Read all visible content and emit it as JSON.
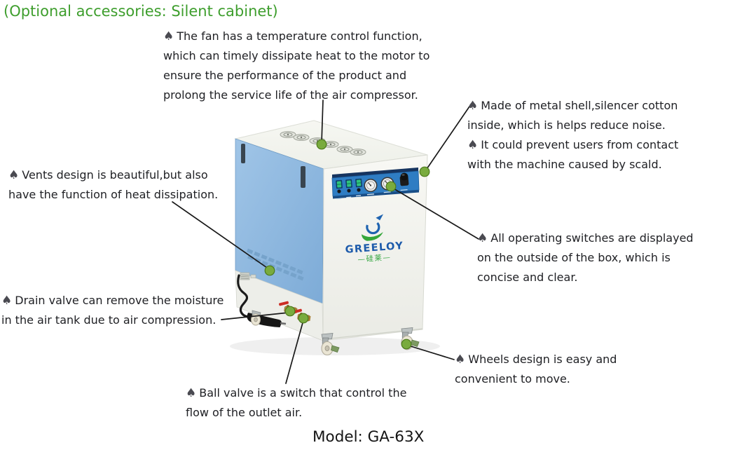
{
  "header": {
    "title": "(Optional accessories: Silent cabinet)"
  },
  "footer": {
    "model_label": "Model: GA-63X"
  },
  "icons": {
    "spade": "♠"
  },
  "product": {
    "brand": "GREELOY",
    "brand_cn": "—硅莱—"
  },
  "colors": {
    "title_green": "#3e9e2d",
    "marker_green": "#79ab3e",
    "annotation_text": "#202125",
    "cabinet_blue": "#8db8dd",
    "control_panel_blue": "#2f7dc3",
    "logo_blue": "#1d5bab",
    "logo_green": "#2fa43c"
  },
  "annotations": [
    {
      "id": "fan-note",
      "lines": [
        {
          "bullet": true,
          "text": "The fan has a temperature control function,"
        },
        {
          "bullet": false,
          "text": "which can timely dissipate heat to the motor to"
        },
        {
          "bullet": false,
          "text": "ensure the performance of the product and"
        },
        {
          "bullet": false,
          "text": "prolong the service life of the air compressor."
        }
      ]
    },
    {
      "id": "metal-shell-note",
      "lines": [
        {
          "bullet": true,
          "text": "Made of metal shell,silencer cotton"
        },
        {
          "bullet": false,
          "text": "inside, which is helps reduce noise."
        },
        {
          "bullet": true,
          "text": "It could prevent users from contact"
        },
        {
          "bullet": false,
          "text": "with the machine caused by scald."
        }
      ]
    },
    {
      "id": "vents-note",
      "lines": [
        {
          "bullet": true,
          "text": "Vents design is beautiful,but also"
        },
        {
          "bullet": false,
          "text": "have the function of heat dissipation."
        }
      ]
    },
    {
      "id": "switches-note",
      "lines": [
        {
          "bullet": true,
          "text": "All operating switches are displayed"
        },
        {
          "bullet": false,
          "text": "on the outside of the box, which is"
        },
        {
          "bullet": false,
          "text": "concise and clear."
        }
      ]
    },
    {
      "id": "drain-valve-note",
      "lines": [
        {
          "bullet": true,
          "text": "Drain valve can remove the moisture"
        },
        {
          "bullet": false,
          "text": "in the air tank due to air compression."
        }
      ]
    },
    {
      "id": "wheels-note",
      "lines": [
        {
          "bullet": true,
          "text": "Wheels design is easy and"
        },
        {
          "bullet": false,
          "text": "convenient to move."
        }
      ]
    },
    {
      "id": "ball-valve-note",
      "lines": [
        {
          "bullet": true,
          "text": "Ball valve is a switch that control the"
        },
        {
          "bullet": false,
          "text": "flow of the outlet air."
        }
      ]
    }
  ]
}
